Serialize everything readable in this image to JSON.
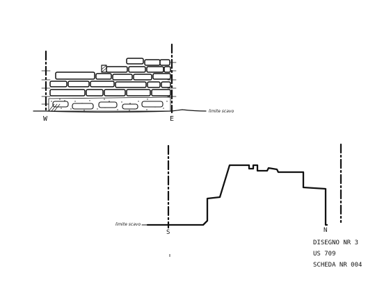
{
  "elevation": {
    "compass_left": "W",
    "compass_right": "E",
    "excavation_limit_label": "limite scavo"
  },
  "plan": {
    "compass_left": "S",
    "compass_right": "N",
    "excavation_limit_label": "limite scavo"
  },
  "title_block": {
    "drawing": "DISEGNO NR 3",
    "us": "US 709",
    "sheet": "SCHEDA NR 004"
  },
  "colors": {
    "ink": "#111111",
    "paper": "#ffffff",
    "fill_dots": "#222222"
  }
}
